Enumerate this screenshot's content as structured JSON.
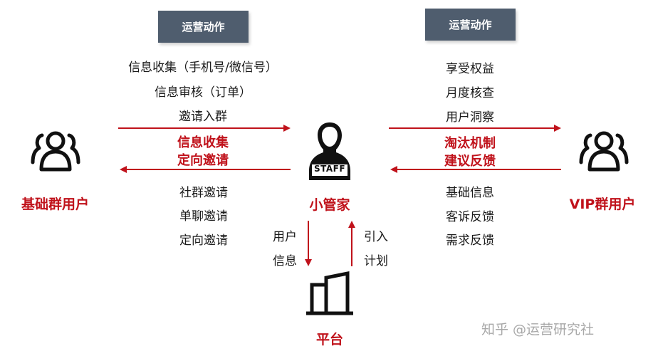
{
  "colors": {
    "header_bg": "#4f5d6e",
    "accent_red": "#c0121b",
    "icon": "#111111"
  },
  "left": {
    "header": "运营动作",
    "actions_top": [
      "信息收集（手机号/微信号）",
      "信息审核（订单）",
      "邀请入群"
    ],
    "arrow_labels": [
      "信息收集",
      "定向邀请"
    ],
    "actions_bottom": [
      "社群邀请",
      "单聊邀请",
      "定向邀请"
    ],
    "user_label": "基础群用户",
    "user_icon": "users-icon"
  },
  "right": {
    "header": "运营动作",
    "actions_top": [
      "享受权益",
      "月度核查",
      "用户洞察"
    ],
    "arrow_labels": [
      "淘汰机制",
      "建议反馈"
    ],
    "actions_bottom": [
      "基础信息",
      "客诉反馈",
      "需求反馈"
    ],
    "user_label": "VIP群用户",
    "user_icon": "users-icon"
  },
  "center": {
    "staff_badge": "STAFF",
    "staff_label": "小管家",
    "staff_icon": "staff-person-icon",
    "down_flow": [
      "用户",
      "信息"
    ],
    "up_flow": [
      "引入",
      "计划"
    ],
    "platform_label": "平台",
    "platform_icon": "building-icon"
  },
  "watermark": "知乎 @运营研究社"
}
